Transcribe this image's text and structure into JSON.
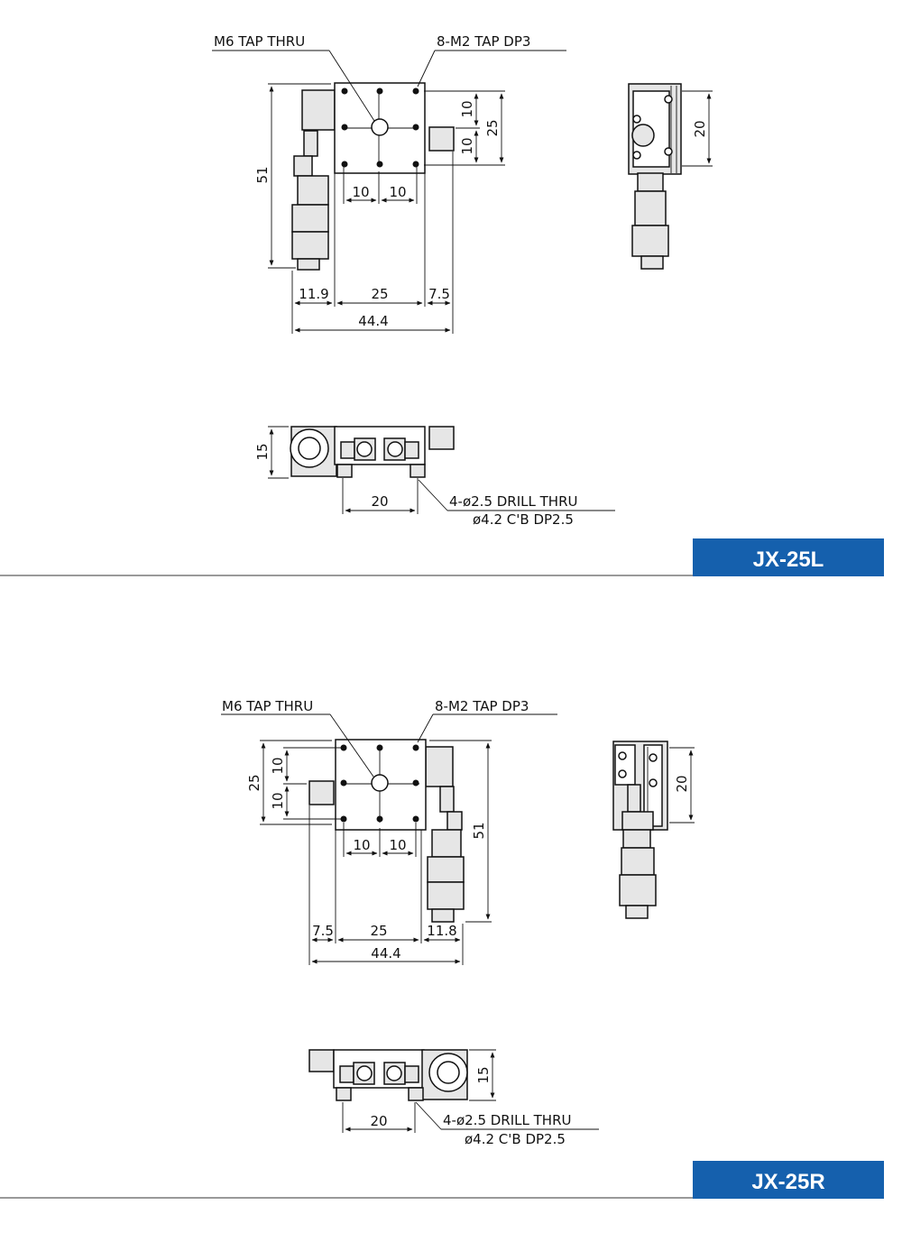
{
  "sections": [
    {
      "model": "JX-25L",
      "labels": {
        "center_hole": "M6 TAP THRU",
        "corner_holes": "8-M2 TAP DP3",
        "drill_line1": "4-ø2.5 DRILL THRU",
        "drill_line2": "ø4.2 C'B DP2.5"
      },
      "dims": {
        "length": "51",
        "pitch_v1": "10",
        "pitch_v2": "10",
        "table_width": "25",
        "pitch_h1": "10",
        "pitch_h2": "10",
        "offset_handle": "11.9",
        "table_span": "25",
        "offset_knob": "7.5",
        "overall": "44.4",
        "side_width": "20",
        "height": "15",
        "drill_pitch": "20"
      }
    },
    {
      "model": "JX-25R",
      "labels": {
        "center_hole": "M6 TAP THRU",
        "corner_holes": "8-M2 TAP DP3",
        "drill_line1": "4-ø2.5 DRILL THRU",
        "drill_line2": "ø4.2 C'B DP2.5"
      },
      "dims": {
        "table_width": "25",
        "pitch_v1": "10",
        "pitch_v2": "10",
        "pitch_h1": "10",
        "pitch_h2": "10",
        "length": "51",
        "offset_knob": "7.5",
        "table_span": "25",
        "offset_handle": "11.8",
        "overall": "44.4",
        "side_width": "20",
        "height": "15",
        "drill_pitch": "20"
      }
    }
  ],
  "colors": {
    "banner": "#1560ad",
    "line": "#111111",
    "body": "#e6e6e6"
  }
}
